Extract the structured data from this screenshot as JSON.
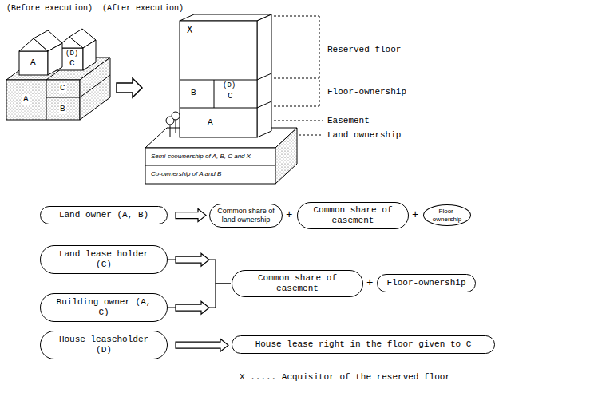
{
  "diagram": {
    "nodes": [
      {
        "text": [
          "Land owner (A, B)"
        ]
      },
      {
        "text": [
          "Common share of land ownership"
        ]
      },
      {
        "text": [
          "Common share of easement"
        ]
      },
      {
        "text": [
          "Floor-ownership"
        ]
      },
      {
        "text": [
          "Land lease holder (C)"
        ]
      },
      {
        "text": [
          "Building owner (A, C)"
        ]
      },
      {
        "text": [
          "Common share of easement"
        ]
      },
      {
        "text": [
          "Floor-ownership"
        ]
      },
      {
        "text": [
          "House leaseholder (D)"
        ]
      },
      {
        "text": [
          "House lease right in the floor given to C"
        ]
      }
    ],
    "edges": [
      {
        "from": 0,
        "to": 1,
        "arrow": "to"
      },
      {
        "from": 4,
        "to": 6,
        "arrow": "to"
      },
      {
        "from": 5,
        "to": 6,
        "arrow": "to"
      },
      {
        "from": 8,
        "to": 9,
        "arrow": "to"
      }
    ],
    "labels": [
      "(Before execution)",
      "(After execution)",
      "A",
      "(D)",
      "C",
      "A",
      "C",
      "B",
      "X",
      "B",
      "(D)",
      "C",
      "A",
      "Semi-coownership of A, B, C and X",
      "Co-ownership of A and B",
      "Reserved floor",
      "Floor-ownership",
      "Easement",
      "Land ownership",
      "+",
      "+",
      "+",
      "X ..... Acquisitor of the reserved floor"
    ]
  }
}
